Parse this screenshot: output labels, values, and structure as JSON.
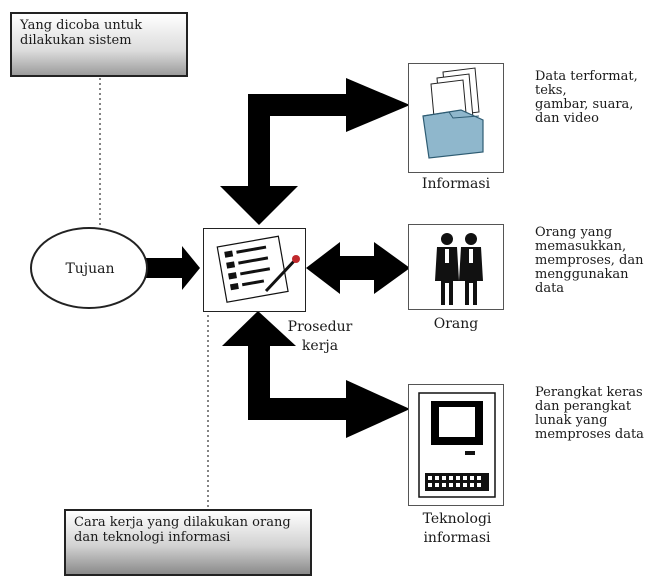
{
  "callouts": {
    "goal": "Yang dicoba untuk dilakukan sistem",
    "how": "Cara kerja yang dilakukan orang dan teknologi informasi"
  },
  "nodes": {
    "goal": "Tujuan",
    "procedure": [
      "Prosedur",
      "kerja"
    ],
    "information": "Informasi",
    "people": "Orang",
    "technology": [
      "Teknologi",
      "informasi"
    ]
  },
  "descriptions": {
    "information": [
      "Data terformat,",
      "teks,",
      "gambar, suara,",
      "dan video"
    ],
    "people": [
      "Orang yang",
      "memasukkan,",
      "memproses, dan",
      "menggunakan",
      "data"
    ],
    "technology": [
      "Perangkat keras",
      "dan perangkat",
      "lunak yang",
      "memproses data"
    ]
  }
}
